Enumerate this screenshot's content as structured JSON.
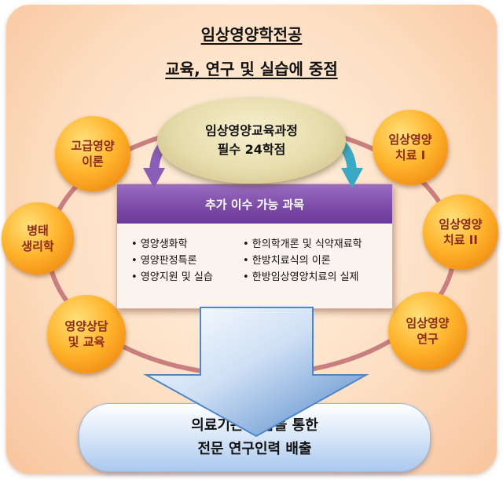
{
  "title": {
    "line1": "임상영양학전공",
    "line2": "교육, 연구 및 실습에 중점"
  },
  "core": {
    "line1": "임상영양교육과정",
    "line2": "필수 24학점"
  },
  "courses": {
    "top_left": "고급영양\n이론",
    "mid_left": "병태\n생리학",
    "bottom_left": "영양상담\n및 교육",
    "top_right": "임상영양\n치료 I",
    "mid_right": "임상영양\n치료 II",
    "bottom_right": "임상영양\n연구"
  },
  "electives": {
    "header": "추가 이수 가능 과목",
    "left": [
      "• 영양생화학",
      "• 영양판정특론",
      "• 영양지원 및 실습"
    ],
    "right": [
      "• 한의학개론 및 식약재료학",
      "• 한방치료식의 이론",
      "• 한방임상영양치료의 실제"
    ]
  },
  "outcome": {
    "line1": "의료기관 실습을 통한",
    "line2": "전문 연구인력 배출"
  },
  "colors": {
    "ring": "#c97f80",
    "purple_arrow": "#8a5db8",
    "teal_arrow": "#3aa9c4",
    "big_arrow": "#4f86c8"
  }
}
